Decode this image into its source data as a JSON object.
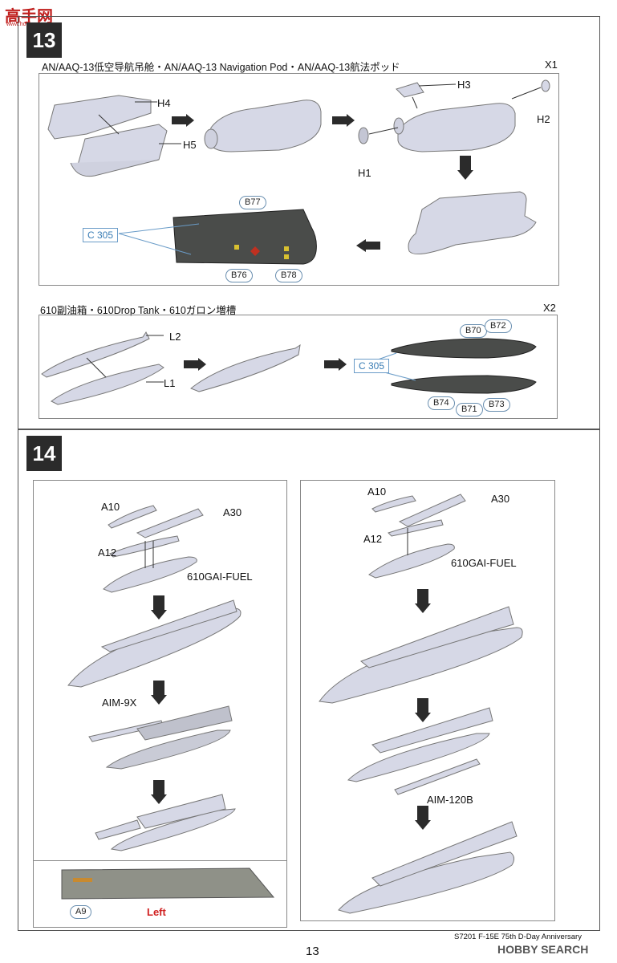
{
  "header": {
    "site_logo": "高手网",
    "site_sub": "www.hobbyer.com"
  },
  "step13": {
    "number": "13",
    "pod_title": "AN/AAQ-13低空导航吊舱・AN/AAQ-13 Navigation Pod・AN/AAQ-13航法ポッド",
    "pod_qty": "X1",
    "pod_parts": [
      "H4",
      "H5",
      "H3",
      "H2",
      "H1"
    ],
    "pod_decals": [
      "B77",
      "B76",
      "B78"
    ],
    "color_code": "C 305",
    "tank_title": "610副油箱・610Drop Tank・610ガロン増槽",
    "tank_qty": "X2",
    "tank_parts": [
      "L2",
      "L1"
    ],
    "tank_decals": [
      "B70",
      "B72",
      "B74",
      "B71",
      "B73"
    ]
  },
  "step14": {
    "number": "14",
    "left": {
      "parts": [
        "A10",
        "A30",
        "A12"
      ],
      "fuel_label": "610GAI-FUEL",
      "missile": "AIM-9X",
      "inset_decal": "A9",
      "inset_side": "Left"
    },
    "right": {
      "parts": [
        "A10",
        "A30",
        "A12"
      ],
      "fuel_label": "610GAI-FUEL",
      "missile": "AIM-120B"
    }
  },
  "footer": {
    "product": "S7201  F-15E  75th  D-Day  Anniversary",
    "page_number": "13",
    "brand": "HOBBY SEARCH"
  },
  "colors": {
    "part_gray": "#d6d8e6",
    "dark_gray": "#4a4c4a",
    "arrow": "#2b2b2b",
    "callout_blue": "#3a7db5",
    "left_red": "#d02020"
  }
}
